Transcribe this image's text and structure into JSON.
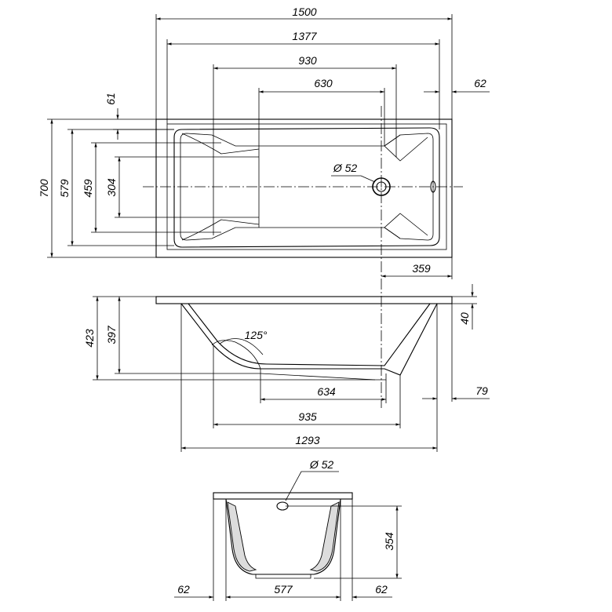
{
  "top_view": {
    "length": "1500",
    "inner_length": "1377",
    "bottom_length": "930",
    "flat_length": "630",
    "rim_right": "62",
    "rim_top": "61",
    "width": "700",
    "inner_width": "579",
    "bottom_width": "459",
    "flat_width": "304",
    "drain_diameter": "Ø 52",
    "drain_offset": "359"
  },
  "side_view": {
    "depth": "423",
    "inner_depth": "397",
    "angle": "125°",
    "rim_thickness": "40",
    "rim_offset": "79",
    "flat_length": "634",
    "bottom_length": "935",
    "base_length": "1293"
  },
  "end_view": {
    "overflow_diameter": "Ø 52",
    "depth": "354",
    "rim_left": "62",
    "bottom_width": "577",
    "rim_right": "62"
  }
}
